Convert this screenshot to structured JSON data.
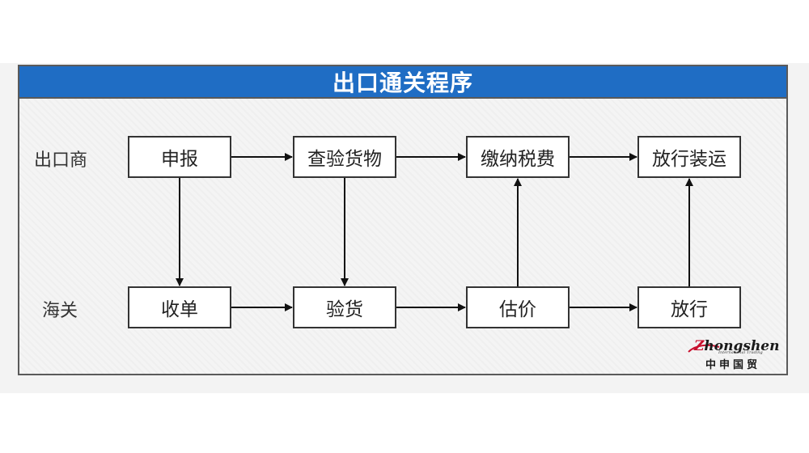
{
  "title": "出口通关程序",
  "lanes": {
    "exporter": "出口商",
    "customs": "海关"
  },
  "nodes": {
    "declare": "申报",
    "inspect_goods": "查验货物",
    "pay_tax": "缴纳税费",
    "release_ship": "放行装运",
    "receive_docs": "收单",
    "verify_goods": "验货",
    "valuation": "估价",
    "release": "放行"
  },
  "edges": [
    {
      "from": "declare",
      "to": "inspect_goods"
    },
    {
      "from": "inspect_goods",
      "to": "pay_tax"
    },
    {
      "from": "pay_tax",
      "to": "release_ship"
    },
    {
      "from": "declare",
      "to": "receive_docs"
    },
    {
      "from": "inspect_goods",
      "to": "verify_goods"
    },
    {
      "from": "receive_docs",
      "to": "verify_goods"
    },
    {
      "from": "verify_goods",
      "to": "valuation"
    },
    {
      "from": "valuation",
      "to": "release"
    },
    {
      "from": "valuation",
      "to": "pay_tax"
    },
    {
      "from": "release",
      "to": "release_ship"
    }
  ],
  "logo": {
    "brand_first": "Z",
    "brand_rest": "hongshen",
    "tagline": "International Trading",
    "chinese": "中申国贸"
  }
}
